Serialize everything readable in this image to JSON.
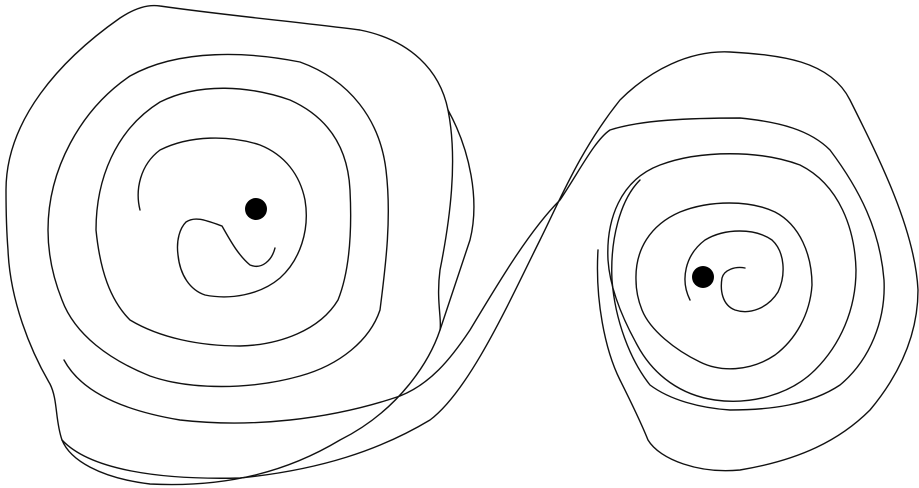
{
  "diagram": {
    "type": "double-spiral-maze",
    "walls": [
      {
        "name": "outer-boundary-wall"
      },
      {
        "name": "left-spiral-ring-1-wall"
      },
      {
        "name": "left-spiral-ring-2-wall"
      },
      {
        "name": "left-spiral-center-wall"
      },
      {
        "name": "right-spiral-ring-1-wall"
      },
      {
        "name": "right-spiral-ring-2-wall"
      },
      {
        "name": "right-spiral-center-wall"
      }
    ],
    "points": [
      {
        "name": "left-spiral-center-dot"
      },
      {
        "name": "right-spiral-center-dot"
      }
    ]
  },
  "colors": {
    "background": "#ffffff",
    "line": "#111111",
    "dot": "#000000"
  }
}
